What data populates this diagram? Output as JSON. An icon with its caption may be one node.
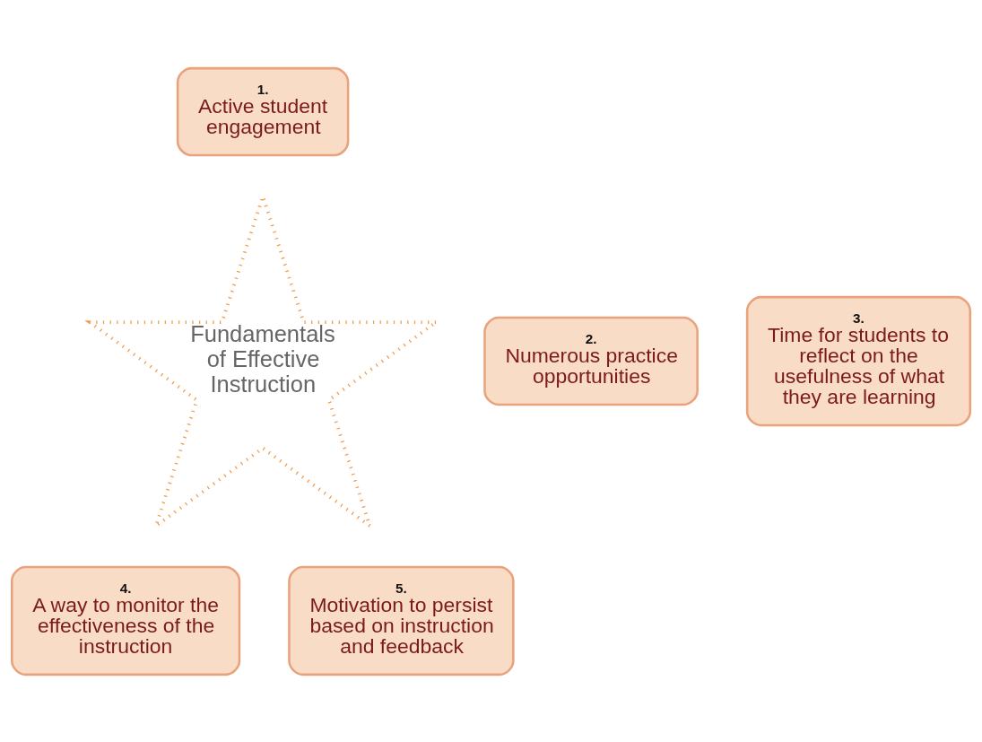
{
  "diagram": {
    "nodes": [
      {
        "text": [
          "Fundamentals of Effective Instruction"
        ]
      },
      {
        "text": [
          "1.",
          "Active student engagement"
        ]
      },
      {
        "text": [
          "2.",
          "Numerous practice opportunities"
        ]
      },
      {
        "text": [
          "3.",
          "Time for students to reflect on the usefulness of what they are learning"
        ]
      },
      {
        "text": [
          "4.",
          "A way to monitor the effectiveness of the instruction"
        ]
      },
      {
        "text": [
          "5.",
          "Motivation to persist based on instruction and feedback"
        ]
      }
    ]
  }
}
